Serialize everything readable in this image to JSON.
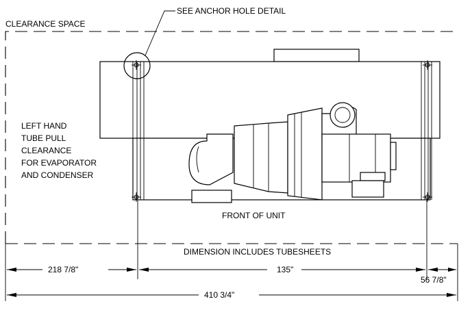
{
  "labels": {
    "anchor_detail": "SEE ANCHOR HOLE DETAIL",
    "clearance_space": "CLEARANCE SPACE",
    "left_clearance": [
      "LEFT HAND",
      "TUBE PULL",
      "CLEARANCE",
      "FOR EVAPORATOR",
      "AND CONDENSER"
    ],
    "front_of_unit": "FRONT OF UNIT",
    "dimension_note": "DIMENSION INCLUDES TUBESHEETS"
  },
  "dimensions": {
    "left_clearance": "218 7/8\"",
    "unit_length": "135\"",
    "right_clearance": "56 7/8\"",
    "overall": "410 3/4\""
  }
}
